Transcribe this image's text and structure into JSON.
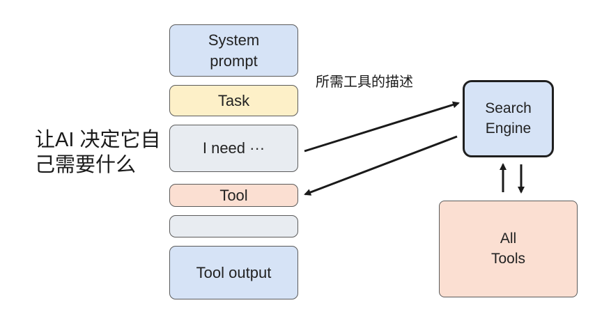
{
  "stack": {
    "system_prompt": "System\nprompt",
    "task": "Task",
    "i_need": "I need ···",
    "tool": "Tool",
    "empty": "",
    "tool_output": "Tool output"
  },
  "caption": {
    "line1": "让AI 决定它自",
    "line2": "己需要什么"
  },
  "arrow_label": "所需工具的描述",
  "search_engine": {
    "line1": "Search",
    "line2": "Engine"
  },
  "all_tools": {
    "line1": "All",
    "line2": "Tools"
  },
  "colors": {
    "system_prompt": "#d6e3f6",
    "task": "#fdf0c8",
    "i_need": "#e8ecf1",
    "tool": "#fbdfd2",
    "tool_output": "#d6e3f6",
    "search_engine": "#d6e3f6",
    "all_tools": "#fbdfd2"
  }
}
